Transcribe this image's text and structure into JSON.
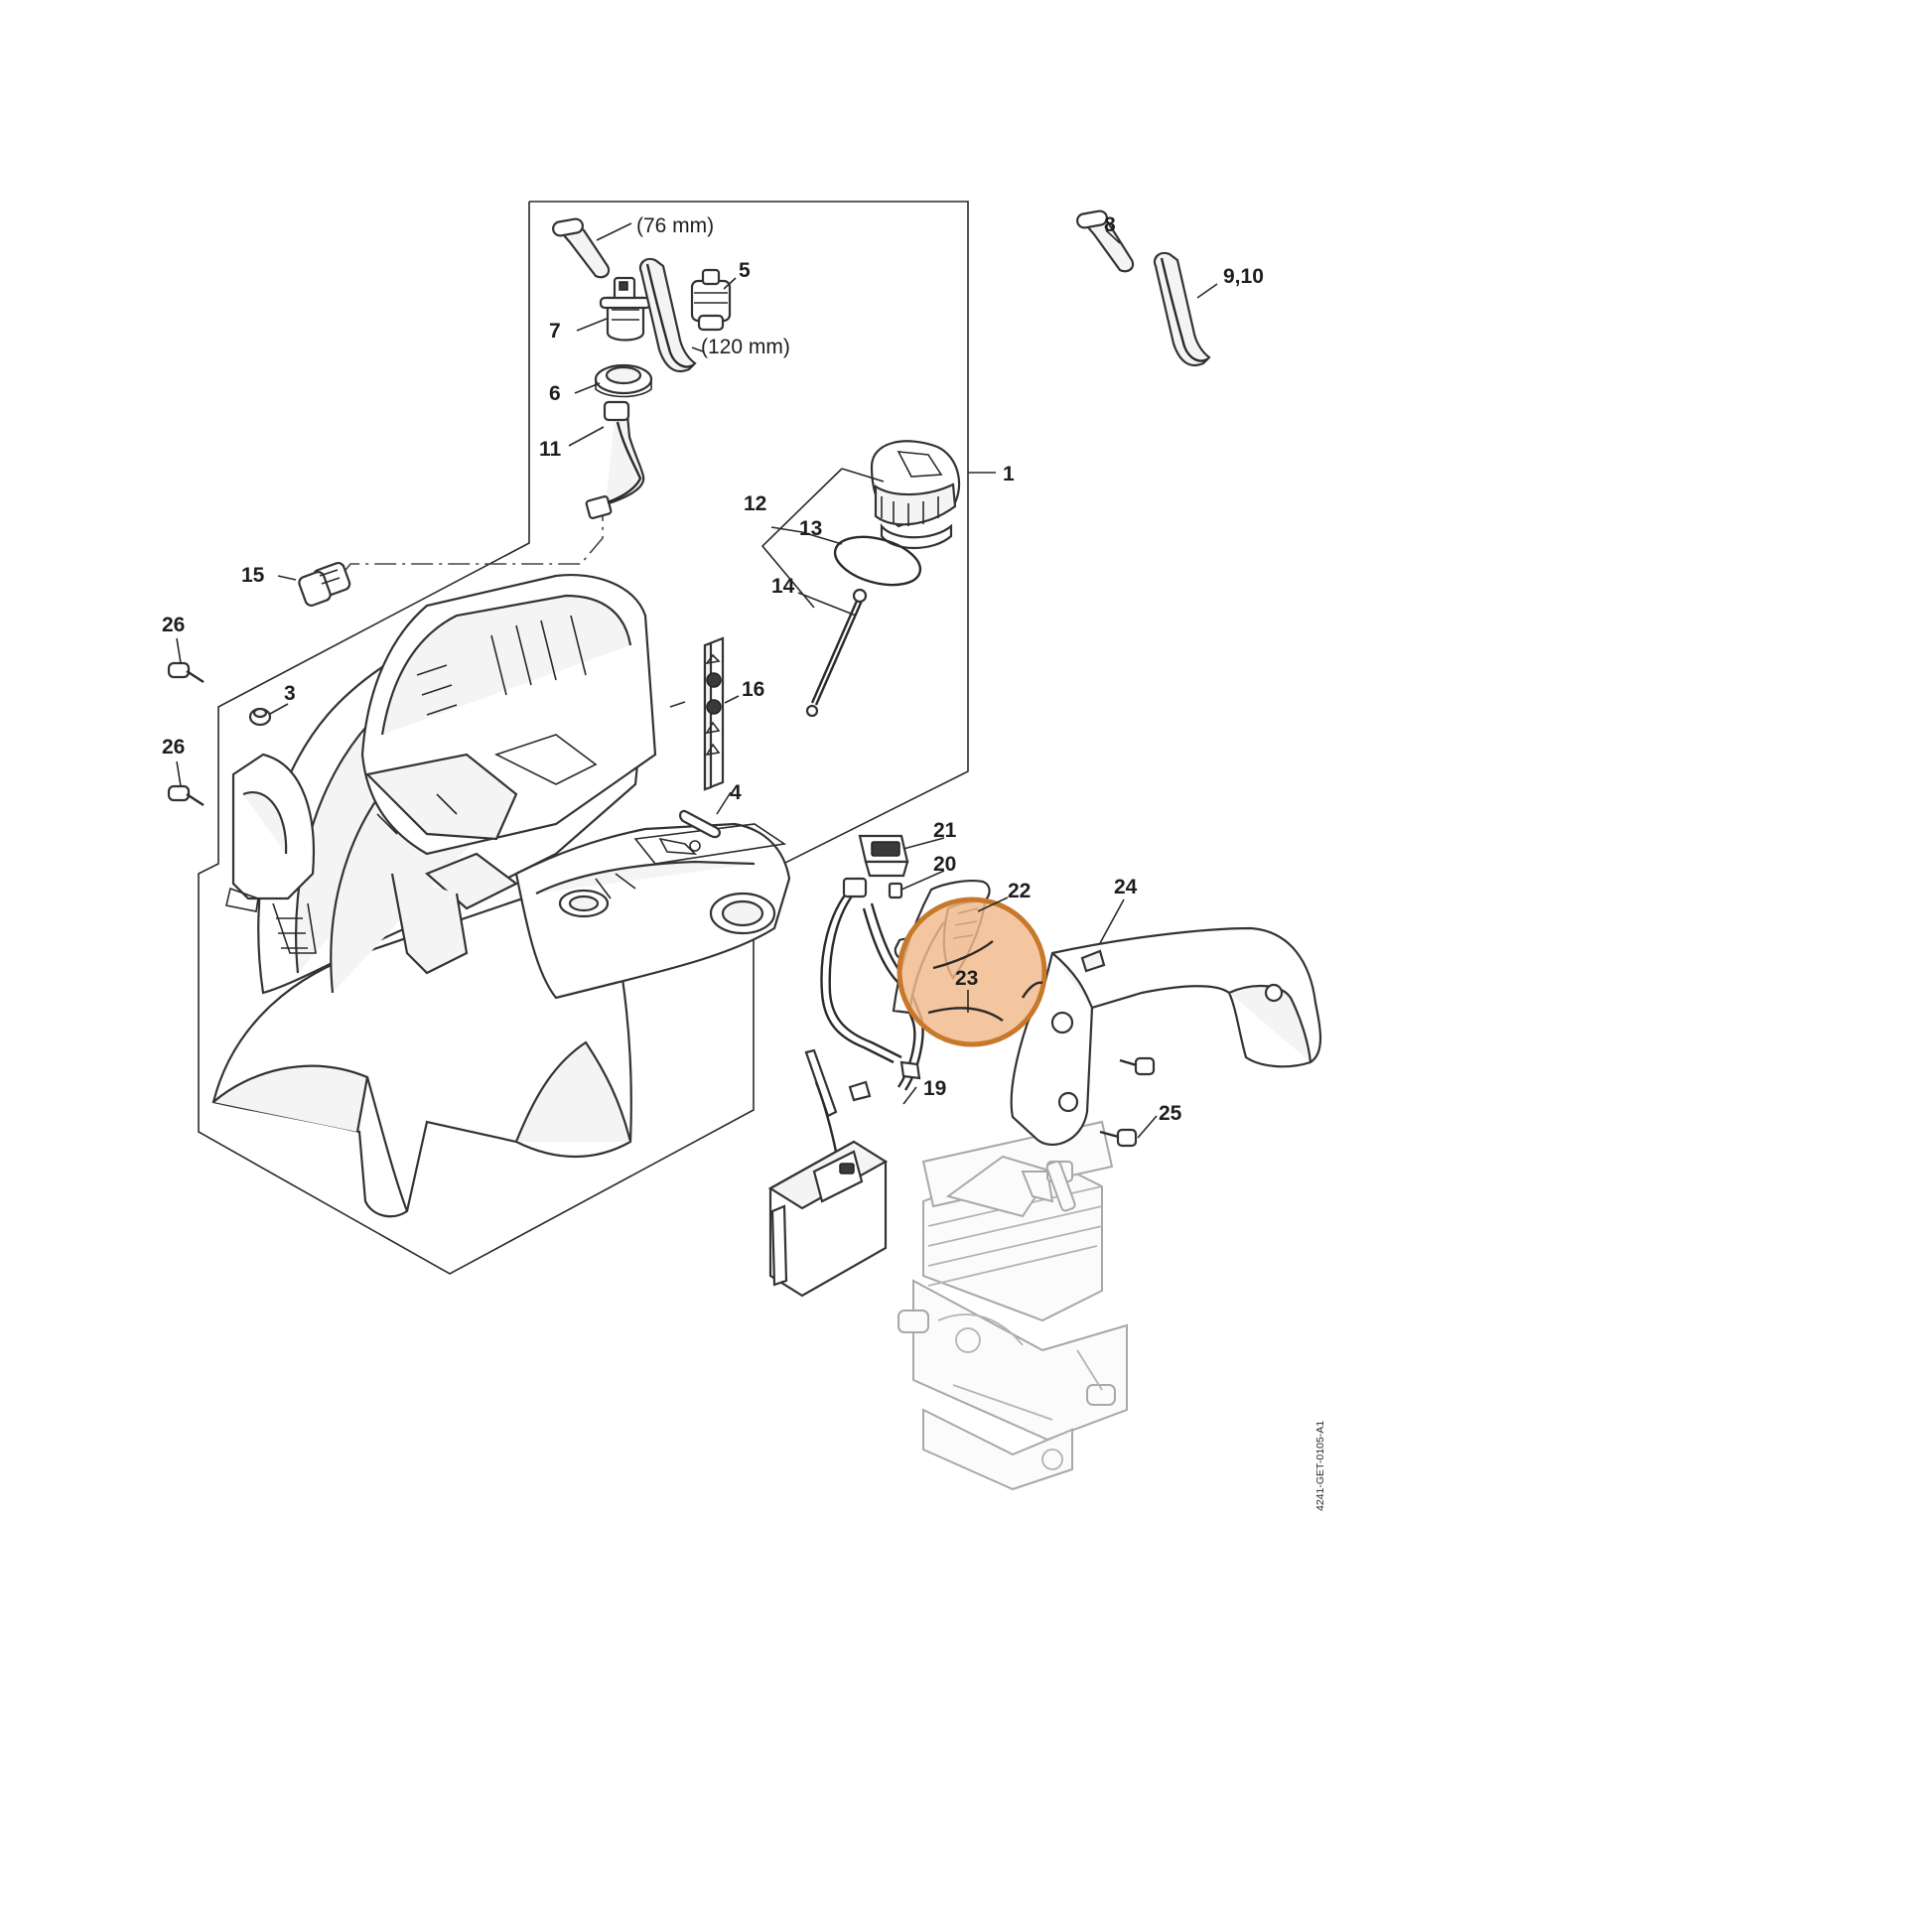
{
  "callouts": {
    "c1": "1",
    "c3": "3",
    "c4": "4",
    "c5": "5",
    "c6": "6",
    "c7": "7",
    "c8": "8",
    "c9_10": "9,10",
    "c11": "11",
    "c12": "12",
    "c13": "13",
    "c14": "14",
    "c15": "15",
    "c16": "16",
    "c19": "19",
    "c20": "20",
    "c21": "21",
    "c22": "22",
    "c23": "23",
    "c24": "24",
    "c25": "25",
    "c26a": "26",
    "c26b": "26"
  },
  "dimensions": {
    "hose_short": "(76 mm)",
    "hose_long": "(120 mm)"
  },
  "drawing_code": "4241-GET-0105-A1",
  "highlight": {
    "part": "23",
    "color": "#f0b98a",
    "ring_color": "#c8782a"
  }
}
